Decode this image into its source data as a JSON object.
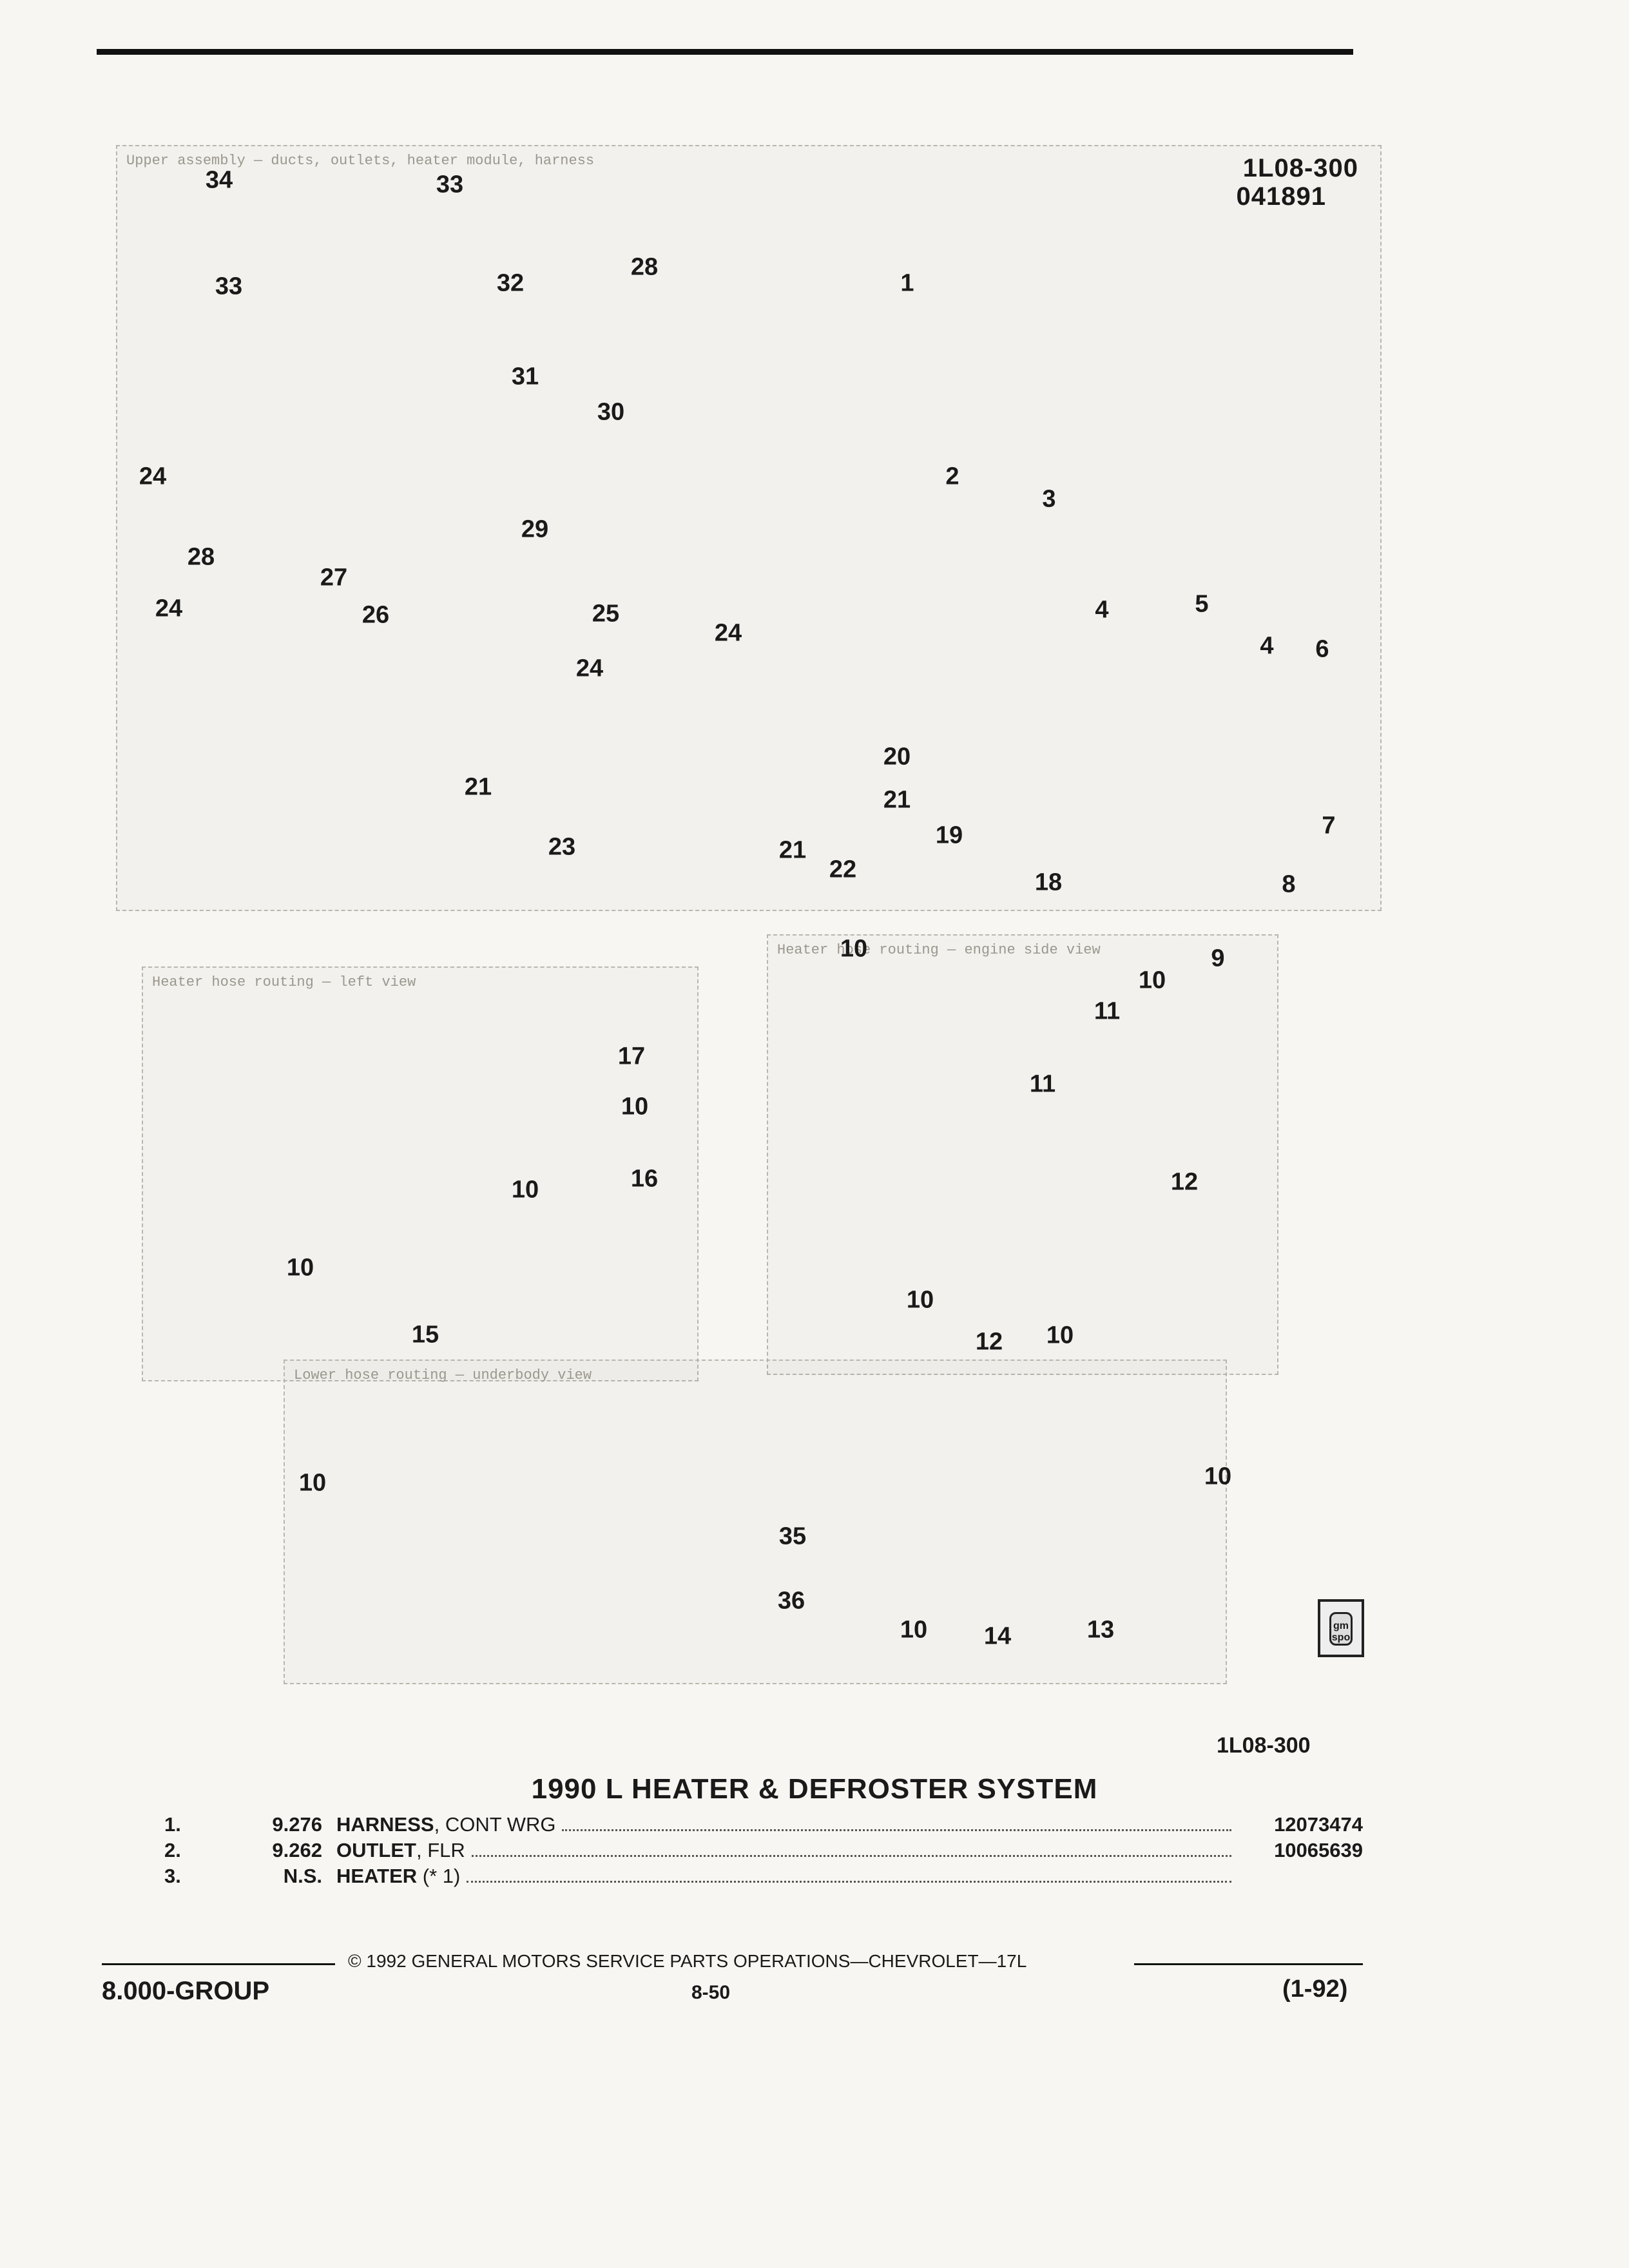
{
  "header": {
    "doc_code": "1L08-300",
    "doc_date": "041891"
  },
  "illustrations": [
    {
      "name": "Upper assembly — ducts, outlets, heater module, harness"
    },
    {
      "name": "Heater hose routing — left view"
    },
    {
      "name": "Heater hose routing — engine side view"
    },
    {
      "name": "Lower hose routing — underbody view"
    }
  ],
  "callouts": [
    "34",
    "33",
    "33",
    "32",
    "28",
    "31",
    "30",
    "24",
    "28",
    "29",
    "25",
    "27",
    "24",
    "26",
    "24",
    "21",
    "23",
    "21",
    "22",
    "21",
    "1",
    "2",
    "3",
    "24",
    "20",
    "4",
    "5",
    "4",
    "6",
    "7",
    "19",
    "18",
    "8",
    "9",
    "17",
    "10",
    "16",
    "10",
    "10",
    "15",
    "10",
    "11",
    "11",
    "10",
    "12",
    "10",
    "12",
    "10",
    "10",
    "35",
    "36",
    "10",
    "14",
    "13",
    "10"
  ],
  "bottom_code": "1L08-300",
  "title": "1990 L HEATER & DEFROSTER SYSTEM",
  "parts": [
    {
      "num": "1.",
      "code": "9.276",
      "name": "HARNESS",
      "detail": ", CONT WRG",
      "part": "12073474"
    },
    {
      "num": "2.",
      "code": "9.262",
      "name": "OUTLET",
      "detail": ", FLR",
      "part": "10065639"
    },
    {
      "num": "3.",
      "code": "N.S.",
      "name": "HEATER",
      "detail": "(* 1)",
      "part": ""
    }
  ],
  "footer": {
    "copyright": "© 1992 GENERAL MOTORS SERVICE PARTS OPERATIONS—CHEVROLET—17L",
    "group": "8.000-GROUP",
    "page": "8-50",
    "revision": "(1-92)"
  },
  "logo_text": "gm spo"
}
